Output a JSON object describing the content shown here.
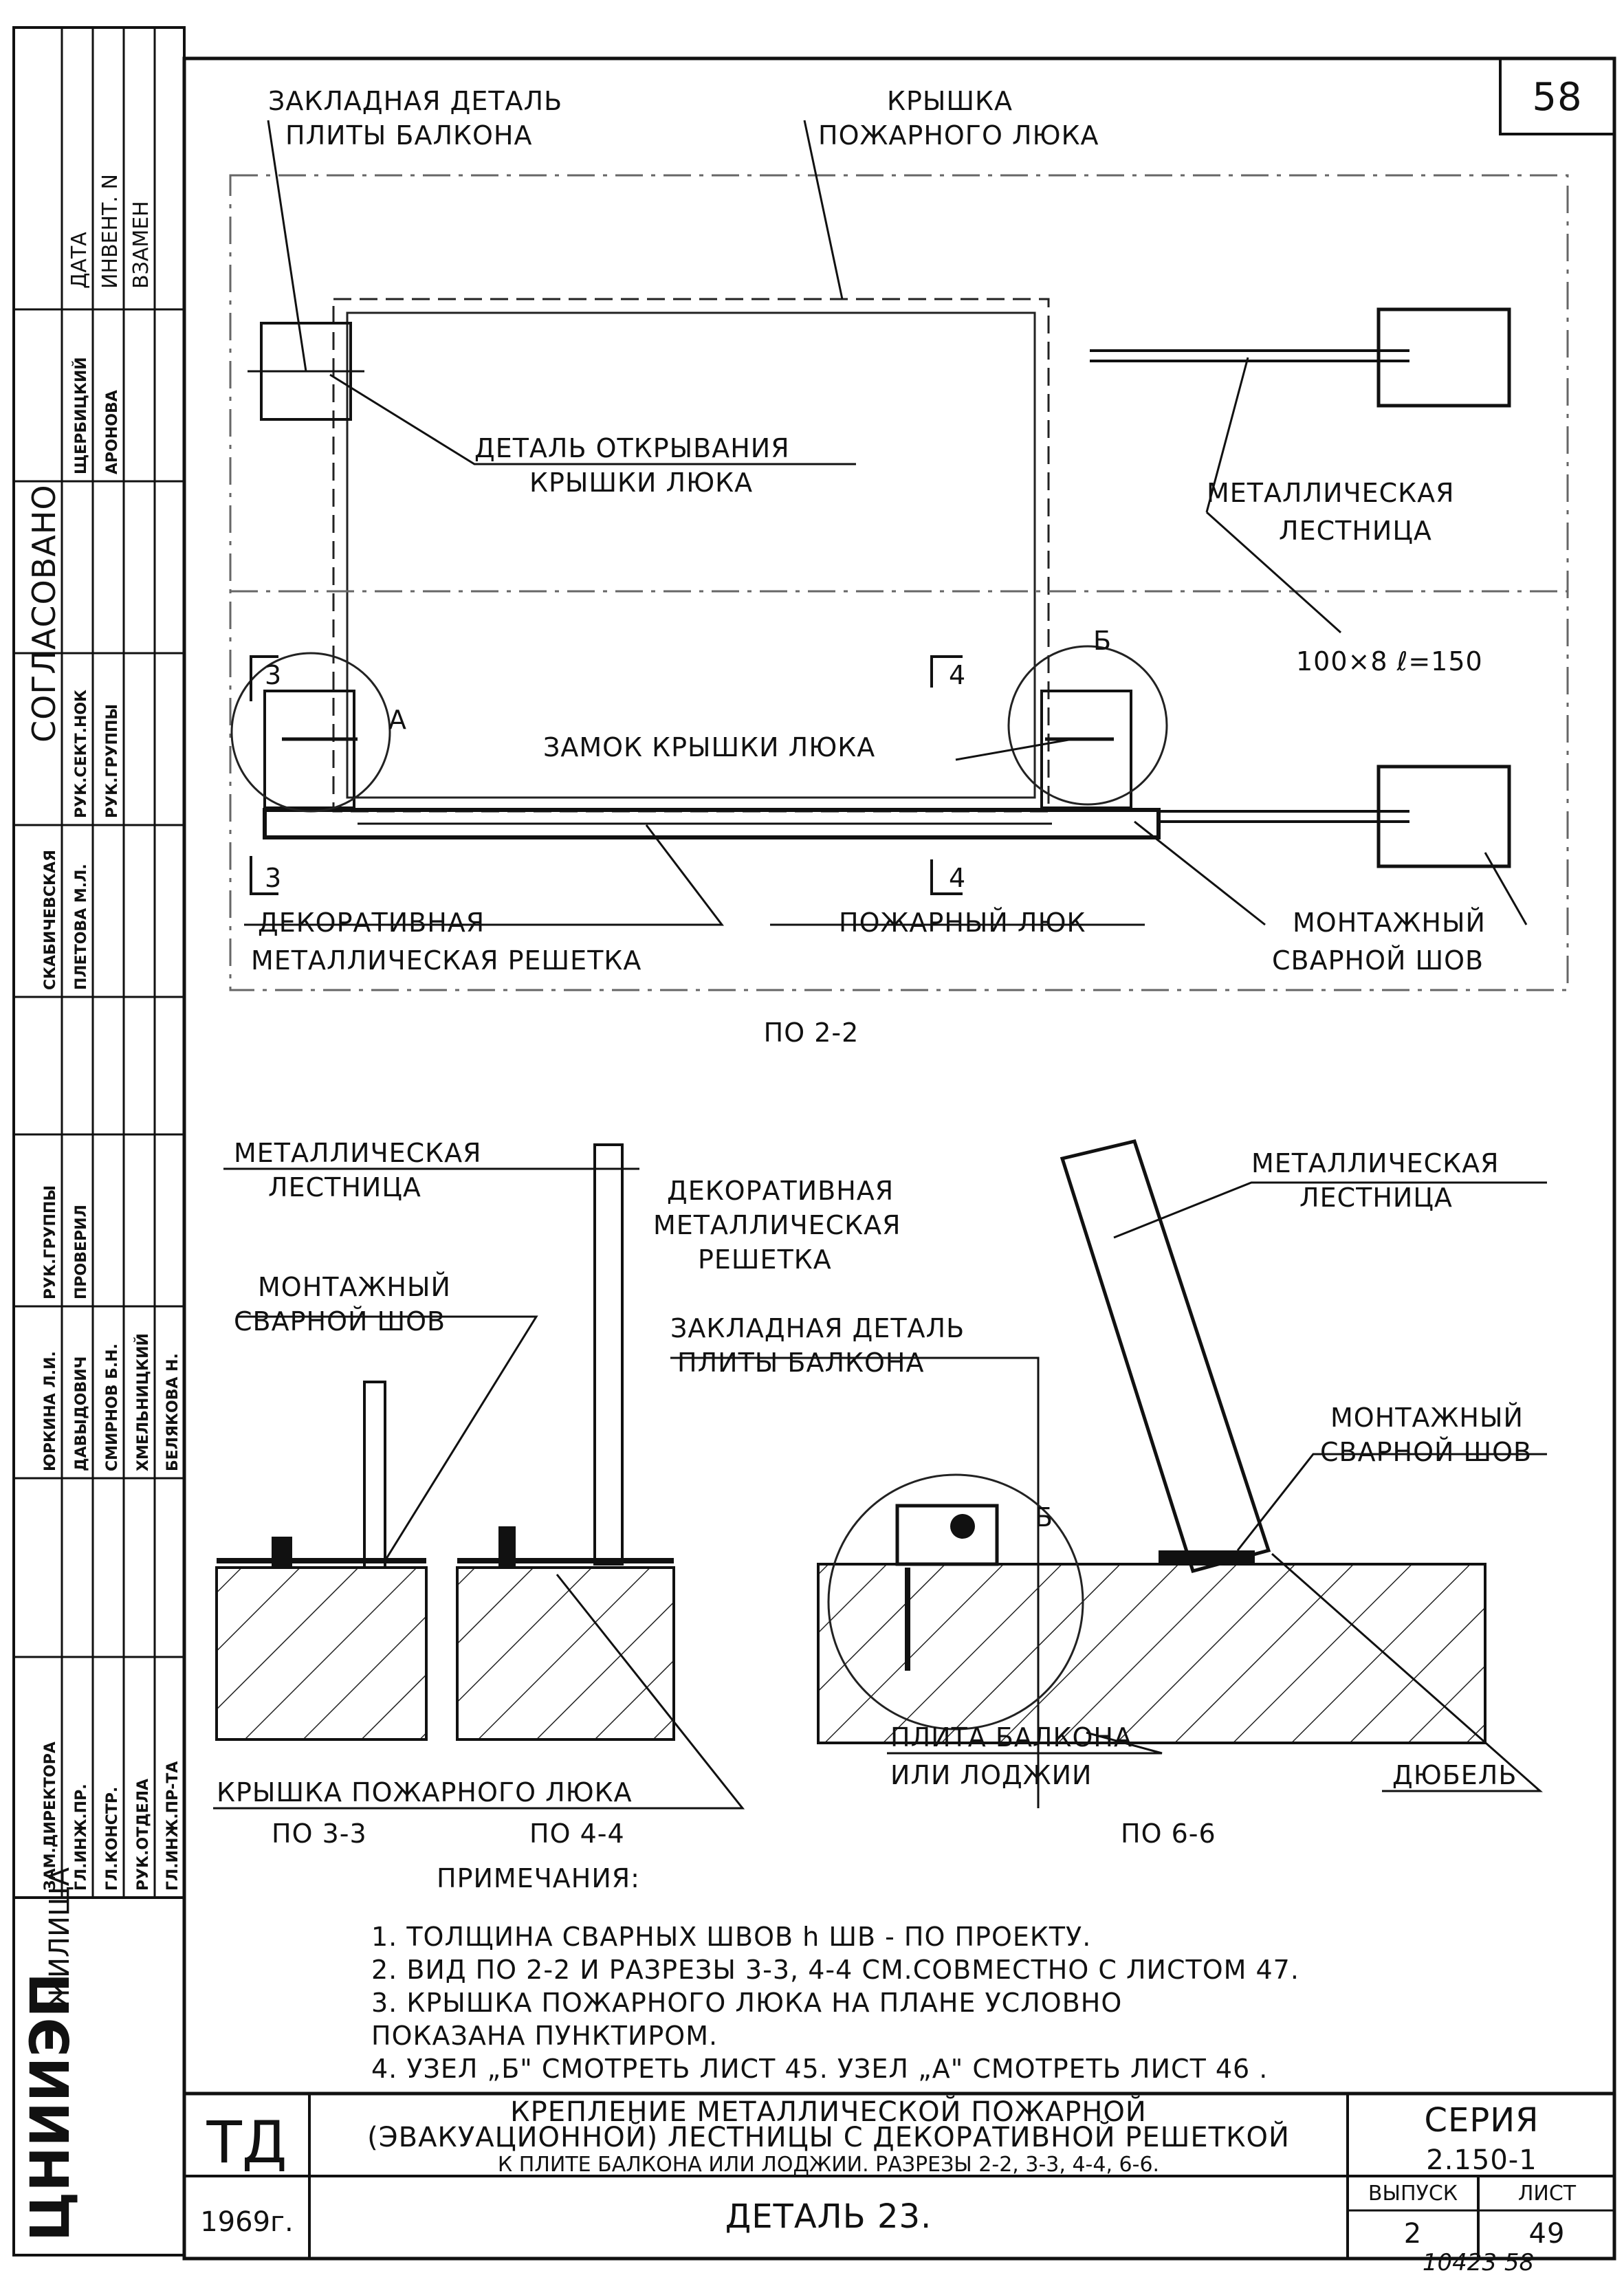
{
  "sheet_number": "58",
  "stamp_left": {
    "org": "ЦНИИЭП",
    "org_sub": "ЖИЛИЩА",
    "cols": [
      "ДАТА",
      "ИНВЕНТ. N",
      "ВЗАМЕН"
    ],
    "agreed": "СОГЛАСОВАНО",
    "names": [
      "ЩЕРБИЦКИЙ",
      "АРОНОВА",
      "РУК.СЕКТ.НОК",
      "РУК.ГРУППЫ",
      "СКАБИЧЕВСКАЯ",
      "ПЛЕТОВА М.Л.",
      "РУК.ГРУППЫ",
      "ПРОВЕРИЛ",
      "ЮРКИНА Л.И.",
      "ДАВЫДОВИЧ",
      "СМИРНОВ Б.Н.",
      "ХМЕЛЬНИЦКИЙ",
      "БЕЛЯКОВА Н.",
      "ЗАМ.ДИРЕКТОРА",
      "ГЛ.ИНЖ.ПР.",
      "ГЛ.КОНСТР.",
      "РУК.ОТДЕЛА",
      "ГЛ.ИНЖ.ПР-ТА"
    ]
  },
  "plan": {
    "labels": {
      "embedded_detail": "ЗАКЛАДНАЯ ДЕТАЛЬ",
      "embedded_detail_2": "ПЛИТЫ БАЛКОНА",
      "hatch_cover": "КРЫШКА",
      "hatch_cover_2": "ПОЖАРНОГО ЛЮКА",
      "opening_detail": "ДЕТАЛЬ ОТКРЫВАНИЯ",
      "opening_detail_2": "КРЫШКИ ЛЮКА",
      "ladder": "МЕТАЛЛИЧЕСКАЯ",
      "ladder_2": "ЛЕСТНИЦА",
      "profile": "100×8  ℓ=150",
      "lock": "ЗАМОК КРЫШКИ ЛЮКА",
      "decorative": "ДЕКОРАТИВНАЯ",
      "decorative_2": "МЕТАЛЛИЧЕСКАЯ РЕШЕТКА",
      "fire_hatch": "ПОЖАРНЫЙ ЛЮК",
      "weld": "МОНТАЖНЫЙ",
      "weld_2": "СВАРНОЙ ШОВ",
      "node_a": "А",
      "node_b": "Б",
      "cut_3": "3",
      "cut_4": "4"
    },
    "caption": "ПО 2-2"
  },
  "sections": {
    "left_labels": {
      "ladder": "МЕТАЛЛИЧЕСКАЯ",
      "ladder_2": "ЛЕСТНИЦА",
      "decor": "ДЕКОРАТИВНАЯ",
      "decor_2": "МЕТАЛЛИЧЕСКАЯ",
      "decor_3": "РЕШЕТКА",
      "weld": "МОНТАЖНЫЙ",
      "weld_2": "СВАРНОЙ ШОВ",
      "embedded": "ЗАКЛАДНАЯ ДЕТАЛЬ",
      "embedded_2": "ПЛИТЫ БАЛКОНА",
      "cover": "КРЫШКА ПОЖАРНОГО ЛЮКА"
    },
    "right_labels": {
      "ladder": "МЕТАЛЛИЧЕСКАЯ",
      "ladder_2": "ЛЕСТНИЦА",
      "weld": "МОНТАЖНЫЙ",
      "weld_2": "СВАРНОЙ ШОВ",
      "slab": "ПЛИТА БАЛКОНА",
      "slab_2": "ИЛИ ЛОДЖИИ",
      "dowel": "ДЮБЕЛЬ",
      "node_b": "Б"
    },
    "captions": [
      "ПО 3-3",
      "ПО 4-4",
      "ПО 6-6"
    ]
  },
  "notes": {
    "heading": "ПРИМЕЧАНИЯ:",
    "items": [
      "1.  ТОЛЩИНА СВАРНЫХ ШВОВ  h ШВ  - ПО ПРОЕКТУ.",
      "2.  ВИД ПО 2-2 И РАЗРЕЗЫ 3-3, 4-4 СМ.СОВМЕСТНО С ЛИСТОМ 47.",
      "3.  КРЫШКА ПОЖАРНОГО ЛЮКА НА ПЛАНЕ УСЛОВНО",
      "     ПОКАЗАНА ПУНКТИРОМ.",
      "4.  УЗЕЛ „Б\" СМОТРЕТЬ ЛИСТ 45. УЗЕЛ „А\" СМОТРЕТЬ ЛИСТ 46 ."
    ]
  },
  "title_block": {
    "code": "ТД",
    "year": "1969г.",
    "title_1": "КРЕПЛЕНИЕ МЕТАЛЛИЧЕСКОЙ ПОЖАРНОЙ",
    "title_2": "(ЭВАКУАЦИОННОЙ) ЛЕСТНИЦЫ С ДЕКОРАТИВНОЙ РЕШЕТКОЙ",
    "title_3": "К ПЛИТЕ БАЛКОНА ИЛИ ЛОДЖИИ. РАЗРЕЗЫ 2-2, 3-3, 4-4, 6-6.",
    "detail": "ДЕТАЛЬ 23.",
    "series_label": "СЕРИЯ",
    "series": "2.150-1",
    "issue_label": "ВЫПУСК",
    "issue": "2",
    "sheet_label": "ЛИСТ",
    "sheet": "49",
    "archive": "10423  58"
  }
}
